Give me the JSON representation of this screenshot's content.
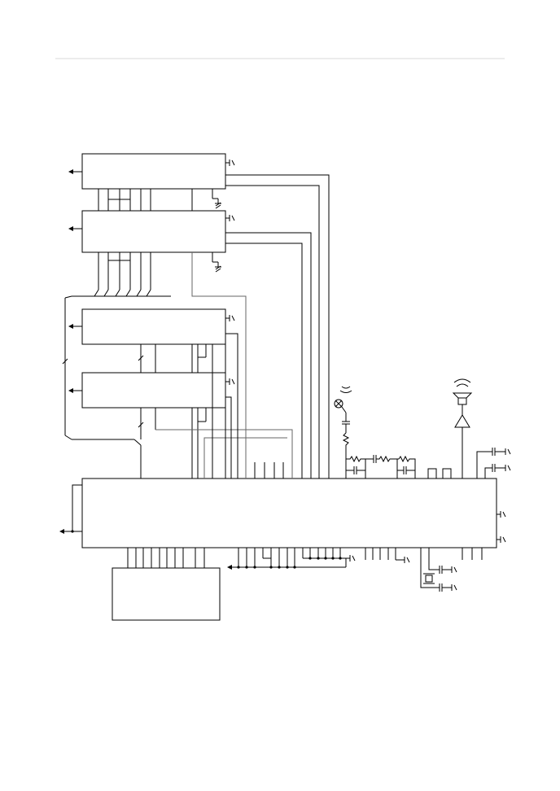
{
  "diagram": {
    "title": "",
    "blocks": [
      {
        "id": "upper-ic-1",
        "label": ""
      },
      {
        "id": "upper-ic-2",
        "label": ""
      },
      {
        "id": "middle-ic-1",
        "label": ""
      },
      {
        "id": "middle-ic-2",
        "label": ""
      },
      {
        "id": "main-controller",
        "label": ""
      },
      {
        "id": "lower-ic",
        "label": ""
      }
    ],
    "symbols": [
      "microphone-icon",
      "speaker-icon",
      "amplifier-icon",
      "crystal-icon",
      "ground-icon",
      "resistor-icon",
      "capacitor-icon"
    ],
    "colors": {
      "line": "#000000",
      "secondary_line": "#666666",
      "header_rule": "#d9d9d9",
      "background": "#ffffff"
    }
  }
}
